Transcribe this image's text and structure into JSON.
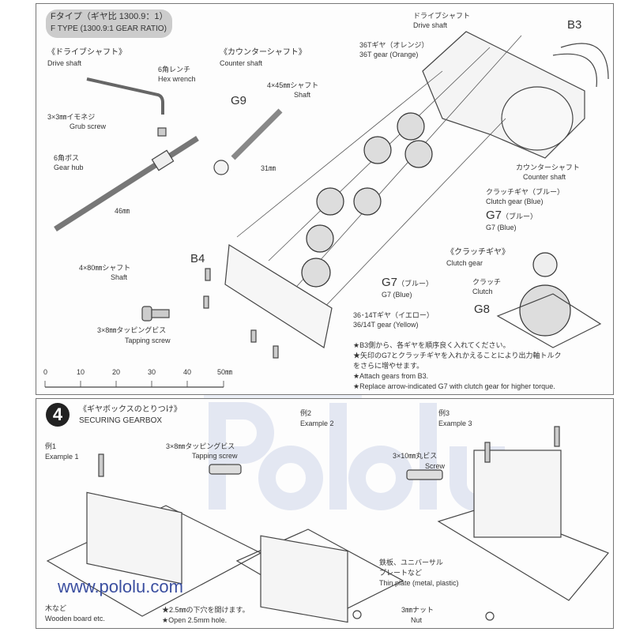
{
  "top_panel": {
    "type_badge": {
      "jp": "Fタイプ（ギヤ比 1300.9：1）",
      "en": "F TYPE (1300.9:1 GEAR RATIO)"
    },
    "drive_shaft_section": {
      "jp": "《ドライブシャフト》",
      "en": "Drive shaft"
    },
    "hex_wrench": {
      "jp": "6角レンチ",
      "en": "Hex wrench"
    },
    "grub_screw": {
      "jp": "3×3㎜イモネジ",
      "en": "Grub screw"
    },
    "gear_hub": {
      "jp": "6角ボス",
      "en": "Gear hub"
    },
    "dim_46": "46㎜",
    "shaft_80": {
      "jp": "4×80㎜シャフト",
      "en": "Shaft"
    },
    "counter_shaft_section": {
      "jp": "《カウンターシャフト》",
      "en": "Counter shaft"
    },
    "shaft_45": {
      "jp": "4×45㎜シャフト",
      "en": "Shaft"
    },
    "g9": "G9",
    "dim_31": "31㎜",
    "drive_shaft_label": {
      "jp": "ドライブシャフト",
      "en": "Drive shaft"
    },
    "b3": "B3",
    "gear_36t": {
      "jp": "36Tギヤ（オレンジ）",
      "en": "36T gear (Orange)"
    },
    "counter_shaft_label": {
      "jp": "カウンターシャフト",
      "en": "Counter shaft"
    },
    "clutch_gear": {
      "jp": "クラッチギヤ（ブルー）",
      "en": "Clutch gear (Blue)"
    },
    "g7_right": {
      "code": "G7",
      "jp": "（ブルー）",
      "en": "G7 (Blue)"
    },
    "b4": "B4",
    "g7_center": {
      "code": "G7",
      "jp": "（ブルー）",
      "en": "G7 (Blue)"
    },
    "clutch_gear_section": {
      "jp": "《クラッチギヤ》",
      "en": "Clutch gear"
    },
    "clutch": {
      "jp": "クラッチ",
      "en": "Clutch"
    },
    "g8": "G8",
    "tapping_screw": {
      "jp": "3×8㎜タッピングビス",
      "en": "Tapping screw"
    },
    "gear_36_14t": {
      "jp": "36･14Tギヤ（イエロー）",
      "en": "36/14T gear (Yellow)"
    },
    "notes": [
      "★B3側から、各ギヤを順序良く入れてください。",
      "★矢印のG7とクラッチギヤを入れかえることにより出力軸トルク",
      "をさらに増やせます。",
      "★Attach gears from B3.",
      "★Replace arrow-indicated G7 with clutch gear for higher torque."
    ],
    "scale": {
      "ticks": [
        "0",
        "10",
        "20",
        "30",
        "40",
        "50㎜"
      ]
    }
  },
  "bottom_panel": {
    "step_number": "4",
    "title": {
      "jp": "《ギヤボックスのとりつけ》",
      "en": "SECURING GEARBOX"
    },
    "example1": {
      "jp": "例1",
      "en": "Example 1"
    },
    "tapping_screw": {
      "jp": "3×8㎜タッピングビス",
      "en": "Tapping screw"
    },
    "wooden_board": {
      "jp": "木など",
      "en": "Wooden board etc."
    },
    "hole_note": {
      "jp": "★2.5㎜の下穴を開けます。",
      "en": "★Open 2.5mm hole."
    },
    "example2": {
      "jp": "例2",
      "en": "Example 2"
    },
    "screw": {
      "jp": "3×10㎜丸ビス",
      "en": "Screw"
    },
    "example3": {
      "jp": "例3",
      "en": "Example 3"
    },
    "thin_plate": {
      "jp1": "鉄板、ユニバーサル",
      "jp2": "プレートなど",
      "en": "Thin plate (metal, plastic)"
    },
    "nut": {
      "jp": "3㎜ナット",
      "en": "Nut"
    }
  },
  "watermark": {
    "brand": "Pololu",
    "url": "www.pololu.com"
  }
}
